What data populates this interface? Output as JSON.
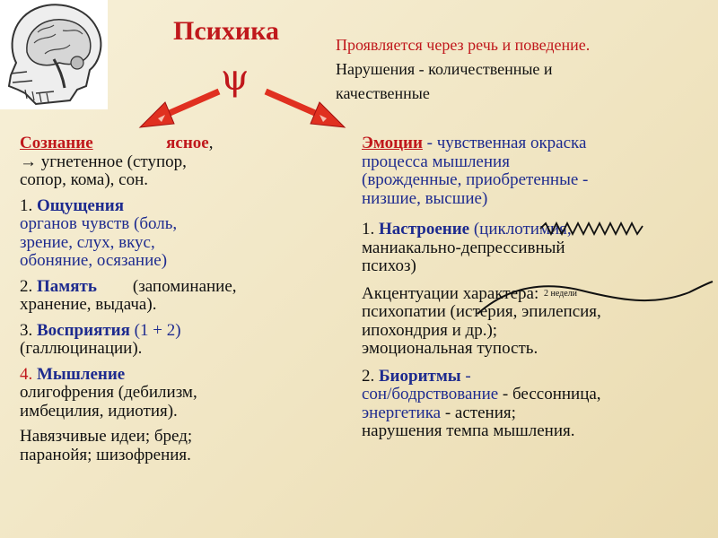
{
  "title": "Психика",
  "psi_symbol": "ψ",
  "top_right": {
    "line1": "Проявляется через речь и поведение.",
    "line2": "Нарушения - количественные и",
    "line3": "качественные"
  },
  "left": {
    "p1": {
      "term": "Сознание",
      "word2": "ясное",
      "comma": ",",
      "rest_line2": "→ угнетенное   (ступор,",
      "rest_line3": "сопор, кома), сон."
    },
    "p2": {
      "num": "1.",
      "term": "Ощущения",
      "line2": "органов чувств      (боль,",
      "line3": "зрение, слух, вкус,",
      "line4": "обоняние, осязание)"
    },
    "p3": {
      "num": "2.",
      "term": "Память",
      "tail": "(запоминание,",
      "line2": "хранение, выдача)."
    },
    "p4": {
      "num": "3.",
      "term": "Восприятия",
      "paren": "(1 + 2)",
      "line2": "(галлюцинации)."
    },
    "p5": {
      "num": "4.",
      "term": "Мышление",
      "line2": "олигофрения (дебилизм,",
      "line3": "имбецилия, идиотия)."
    },
    "p6": {
      "line1": "Навязчивые идеи; бред;",
      "line2": "паранойя; шизофрения."
    }
  },
  "right": {
    "p1": {
      "term": "Эмоции",
      "def1": " - чувственная окраска",
      "def2": "процесса мышления",
      "def3": "(врожденные, приобретенные -",
      "def4": "низшие, высшие)"
    },
    "p2": {
      "num": "1.",
      "term": "Настроение",
      "tail": " (циклотимия,",
      "line2": "маниакально-депрессивный",
      "line3": "психоз)",
      "wave_label": "2 недели"
    },
    "p3": {
      "line1": "Акцентуации характера:",
      "line2": "психопатии (истерия, эпилепсия,",
      "line3": "ипохондрия и др.);",
      "line4": "эмоциональная тупость."
    },
    "p4": {
      "num": "2.",
      "term": "Биоритмы",
      "dash": " -",
      "l2a": "сон/бодрствование",
      "l2b": " - бессонница,",
      "l3a": "энергетика",
      "l3b": " - астения;",
      "line4": "нарушения темпа мышления."
    }
  },
  "colors": {
    "accent": "#c0181c",
    "blue": "#1e2b8f",
    "background": "#f1e6c4"
  },
  "icons": [
    "skull-brain-illustration",
    "arrow-left-down-icon",
    "arrow-right-down-icon",
    "wave-icon"
  ]
}
